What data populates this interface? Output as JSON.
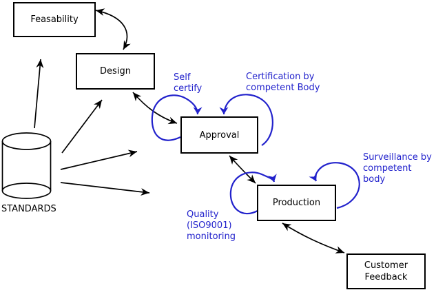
{
  "colors": {
    "accent-blue": "#2222cc",
    "line-black": "#000000",
    "canvas-bg": "#ffffff"
  },
  "boxes": {
    "feasability": "Feasability",
    "design": "Design",
    "approval": "Approval",
    "production": "Production",
    "customer_feedback": "Customer\nFeedback"
  },
  "datastore": {
    "label": "STANDARDS"
  },
  "annotations": {
    "self_certify": "Self\ncertify",
    "certification": "Certification by\ncompetent Body",
    "surveillance": "Surveillance by\ncompetent body",
    "quality": "Quality\n(ISO9001)\nmonitoring"
  }
}
